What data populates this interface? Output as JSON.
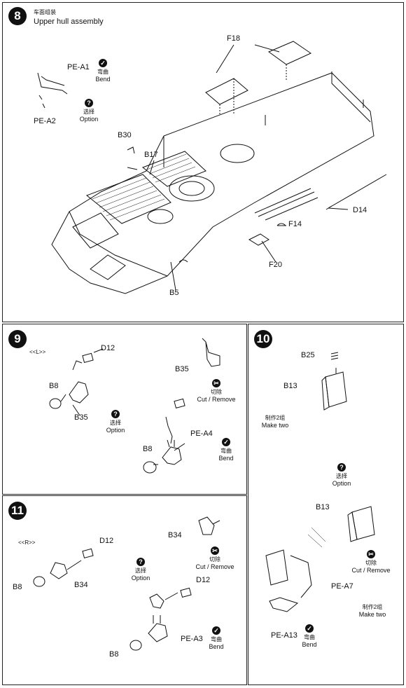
{
  "steps": {
    "s8": {
      "number": "8",
      "title_zh": "车面组装",
      "title_en": "Upper hull assembly"
    },
    "s9": {
      "number": "9",
      "side": "<<L>>"
    },
    "s10": {
      "number": "10"
    },
    "s11": {
      "number": "11",
      "side": "<<R>>"
    }
  },
  "labels8": {
    "pe_a1": "PE-A1",
    "pe_a2": "PE-A2",
    "b30": "B30",
    "b17": "B17",
    "f18": "F18",
    "d14": "D14",
    "f14": "F14",
    "f20": "F20",
    "b5": "B5"
  },
  "labels9": {
    "d12": "D12",
    "b8a": "B8",
    "b35a": "B35",
    "b35b": "B35",
    "b8b": "B8",
    "pe_a4": "PE-A4"
  },
  "labels10": {
    "b25": "B25",
    "b13a": "B13",
    "b13b": "B13",
    "pe_a7": "PE-A7",
    "pe_a13": "PE-A13"
  },
  "labels11": {
    "d12a": "D12",
    "b8a": "B8",
    "b34a": "B34",
    "b34b": "B34",
    "d12b": "D12",
    "pe_a3": "PE-A3",
    "b8b": "B8"
  },
  "notes": {
    "bend_zh": "弯曲",
    "bend_en": "Bend",
    "option_zh": "选择",
    "option_en": "Option",
    "cut_zh": "切除",
    "cut_en": "Cut / Remove",
    "maketwo_zh": "制作2组",
    "maketwo_en": "Make two"
  },
  "icons": {
    "bend": "check-icon",
    "option": "question-icon",
    "cut": "cut-icon"
  }
}
